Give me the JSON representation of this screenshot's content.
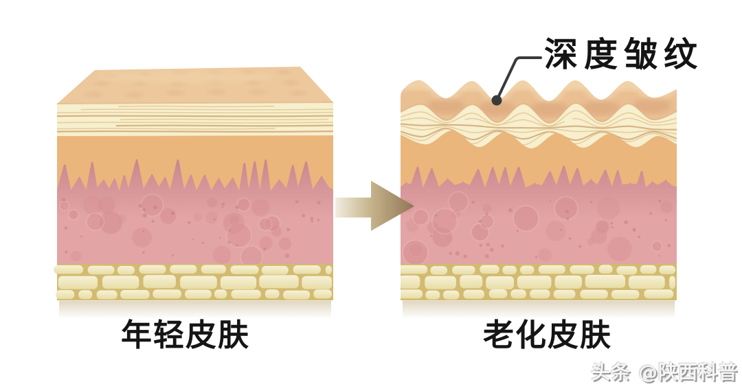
{
  "figure": {
    "annotation_label": "深度皱纹",
    "young_label": "年轻皮肤",
    "aged_label": "老化皮肤"
  },
  "watermark": {
    "text": "头条 @陕西科普"
  },
  "colors": {
    "background": "#ffffff",
    "top_surface": "#ecc89c",
    "top_surface_shade": "#d9a87c",
    "top_surface_light": "#f4dab2",
    "corneum": "#f7efcd",
    "corneum_line": "#e3c693",
    "corneum_line_dark": "#cfa876",
    "crease": "#d7ab7c",
    "epidermis": "#ebb67b",
    "papilla_dark": "#c5868b",
    "papilla_mid": "#d69699",
    "dermis": "#e2a4a4",
    "dermis_bubble": "#d69093",
    "dermis_dot": "#c77e83",
    "bubble_ring": "#eeb9b8",
    "fat_bg": "#d2bb71",
    "fat_cell_light": "#f7f1d6",
    "fat_cell_dark": "#e8dda6",
    "aged_surface": "#eabf92",
    "aged_surface_light": "#f4dcb4",
    "aged_trough_shade": "#d59d74",
    "aged_cream_edge": "#ddb083",
    "arrow_light": "#f1ece0",
    "arrow_mid": "#c9b78f",
    "arrow_dark": "#8f7557",
    "leader_line": "#3a3a3a",
    "text": "#141414",
    "reflection": "#d8cbaf"
  }
}
